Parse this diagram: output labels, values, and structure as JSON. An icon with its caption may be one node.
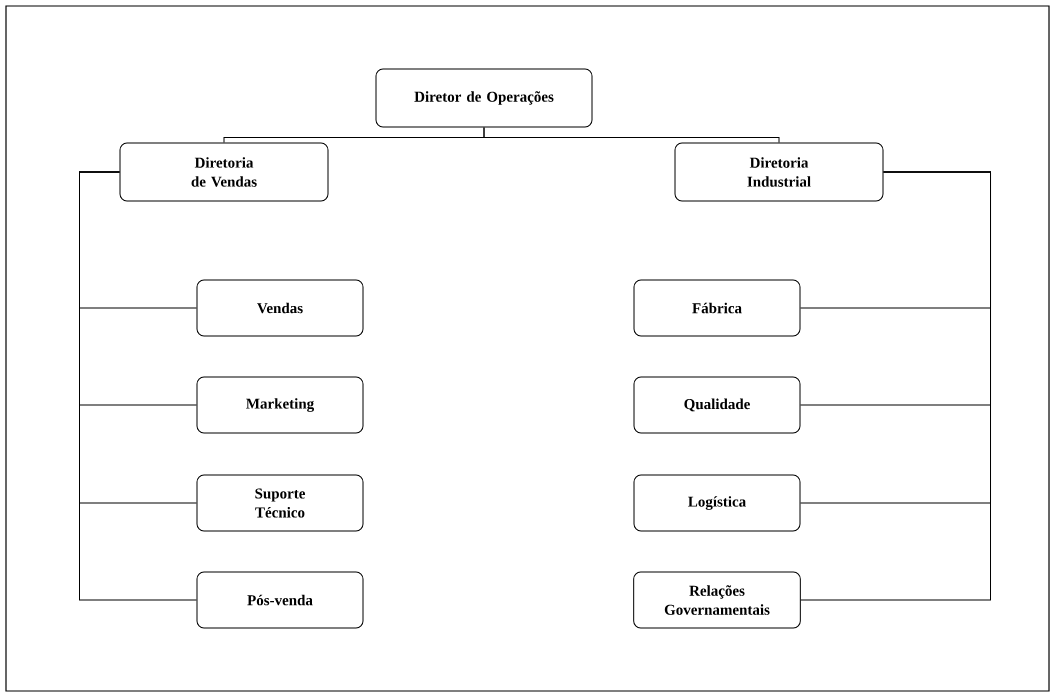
{
  "diagram": {
    "nodes": [
      {
        "text": [
          "Diretor de Operações"
        ]
      },
      {
        "text": [
          "Diretoria de Vendas"
        ]
      },
      {
        "text": [
          "Diretoria Industrial"
        ]
      },
      {
        "text": [
          "Vendas"
        ]
      },
      {
        "text": [
          "Marketing"
        ]
      },
      {
        "text": [
          "Suporte Técnico"
        ]
      },
      {
        "text": [
          "Pós-venda"
        ]
      },
      {
        "text": [
          "Fábrica"
        ]
      },
      {
        "text": [
          "Qualidade"
        ]
      },
      {
        "text": [
          "Logística"
        ]
      },
      {
        "text": [
          "Relações Governamentais"
        ]
      }
    ],
    "edges": [
      {
        "from": 0,
        "to": 1,
        "arrow": "none"
      },
      {
        "from": 0,
        "to": 2,
        "arrow": "none"
      },
      {
        "from": 1,
        "to": 3,
        "arrow": "none"
      },
      {
        "from": 1,
        "to": 4,
        "arrow": "none"
      },
      {
        "from": 1,
        "to": 5,
        "arrow": "none"
      },
      {
        "from": 1,
        "to": 6,
        "arrow": "none"
      },
      {
        "from": 2,
        "to": 7,
        "arrow": "none"
      },
      {
        "from": 2,
        "to": 8,
        "arrow": "none"
      },
      {
        "from": 2,
        "to": 9,
        "arrow": "none"
      },
      {
        "from": 2,
        "to": 10,
        "arrow": "none"
      }
    ]
  }
}
